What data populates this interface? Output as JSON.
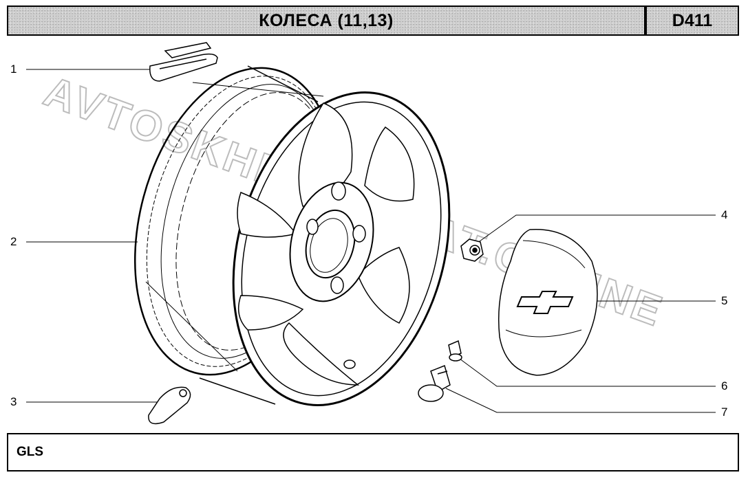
{
  "header": {
    "title": "КОЛЕСА (11,13)",
    "code": "D411"
  },
  "footer": {
    "label": "GLS"
  },
  "watermark": "AVTOSKHEMA.ACAT.ONLINE",
  "callouts": [
    "1",
    "2",
    "3",
    "4",
    "5",
    "6",
    "7"
  ],
  "colors": {
    "header_background": "#cfcfcf",
    "line": "#000000",
    "watermark": "#b5b5b5"
  }
}
